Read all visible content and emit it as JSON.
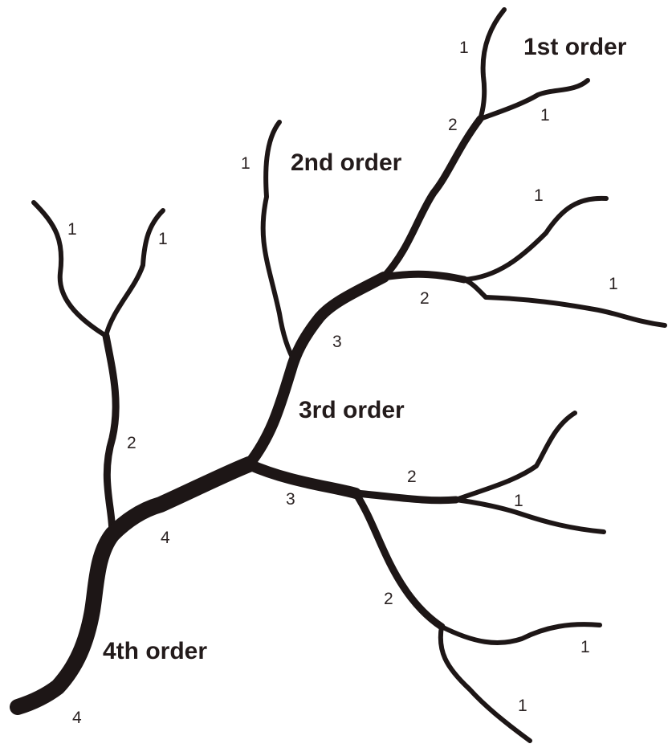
{
  "order_titles": {
    "first": "1st order",
    "second": "2nd order",
    "third": "3rd order",
    "fourth": "4th order"
  },
  "segment_labels": {
    "top_left_1": "1",
    "top_left_right_1": "1",
    "left_middle_2": "2",
    "middle_top_1": "1",
    "top_branch_1": "1",
    "top_branch_right_1": "1",
    "top_branch_2": "2",
    "right_upper_1": "1",
    "right_upper_far_1": "1",
    "right_upper_2": "2",
    "center_3": "3",
    "center_lower_3": "3",
    "right_lower_2": "2",
    "right_lower_1": "1",
    "bottom_right_2": "2",
    "bottom_right_upper_1": "1",
    "bottom_right_lower_1": "1",
    "fourth_mid_4": "4",
    "fourth_bottom_4": "4"
  },
  "colors": {
    "stream": "#1d1616",
    "text": "#231b1b"
  }
}
